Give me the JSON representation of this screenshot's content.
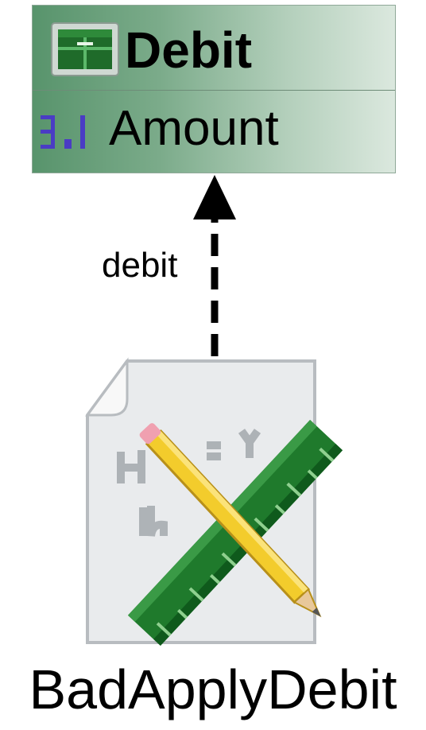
{
  "target_class": {
    "name": "Debit",
    "icon": "class-table-icon",
    "attribute": {
      "name": "Amount",
      "icon": "numeric-attribute-icon"
    },
    "color": "#58946c"
  },
  "edge": {
    "label": "debit",
    "style": "dashed",
    "icon": "arrowhead-icon"
  },
  "source_node": {
    "name": "BadApplyDebit",
    "icon": "formula-document-icon"
  }
}
